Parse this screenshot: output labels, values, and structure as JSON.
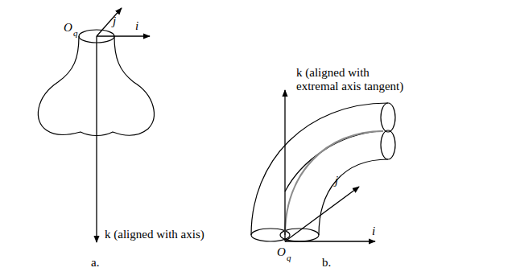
{
  "diagram": {
    "labels": [
      "j",
      "O",
      "q",
      "i",
      "k (aligned with axis)",
      "a.",
      "k (aligned with extremal axis tangent)",
      "j",
      "i",
      "O",
      "q",
      "b."
    ]
  }
}
